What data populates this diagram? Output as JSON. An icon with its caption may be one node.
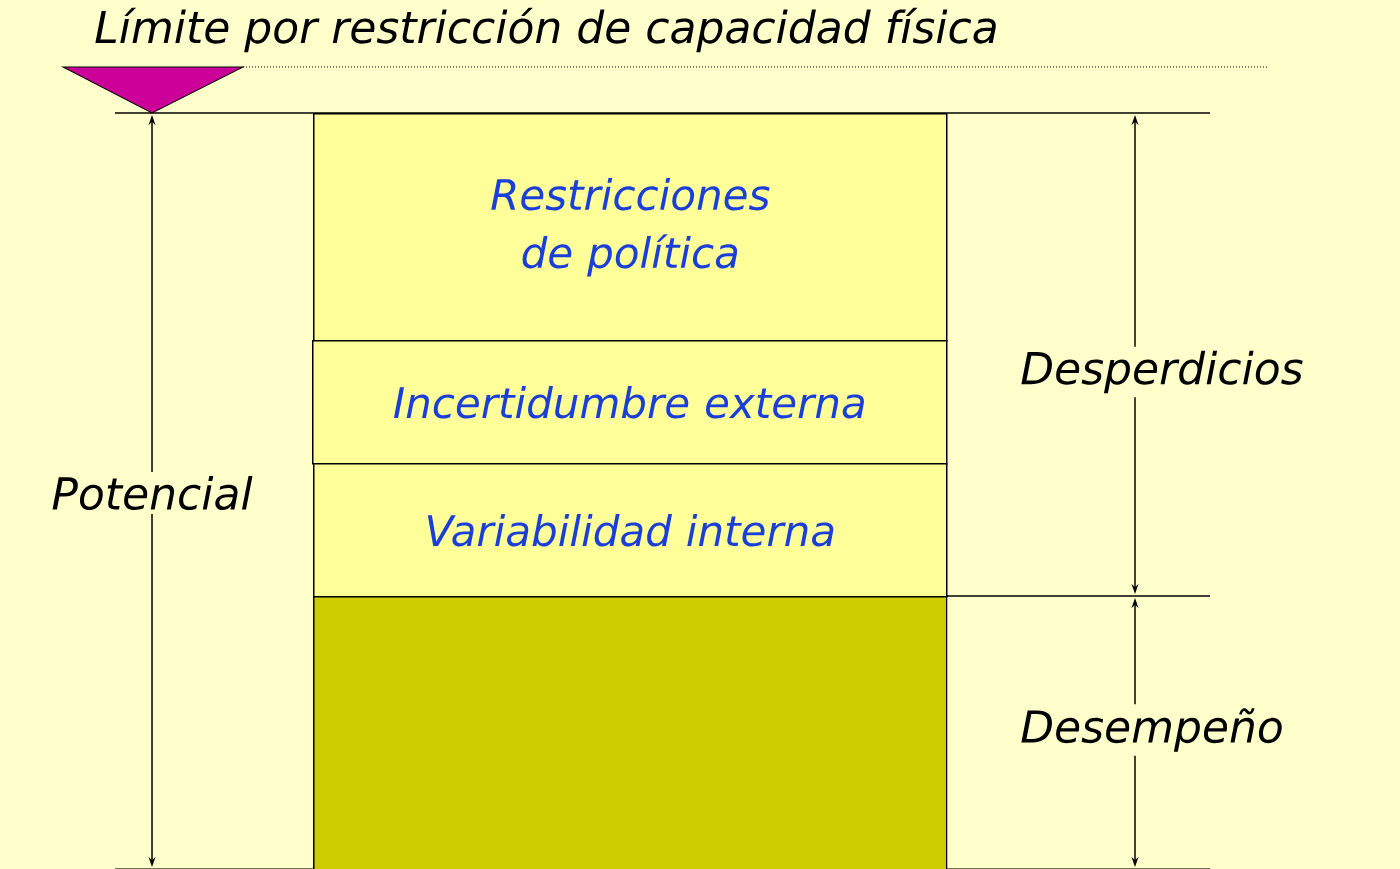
{
  "diagram": {
    "nodes": [
      {
        "text": [
          "Restricciones de política"
        ]
      },
      {
        "text": [
          "Incertidumbre externa"
        ]
      },
      {
        "text": [
          "Variabilidad interna"
        ]
      },
      {
        "text": [],
        "shape": "box"
      }
    ],
    "labels": [
      "Límite por restricción de capacidad física",
      "Desperdicios",
      "Potencial",
      "Desempeño"
    ]
  }
}
